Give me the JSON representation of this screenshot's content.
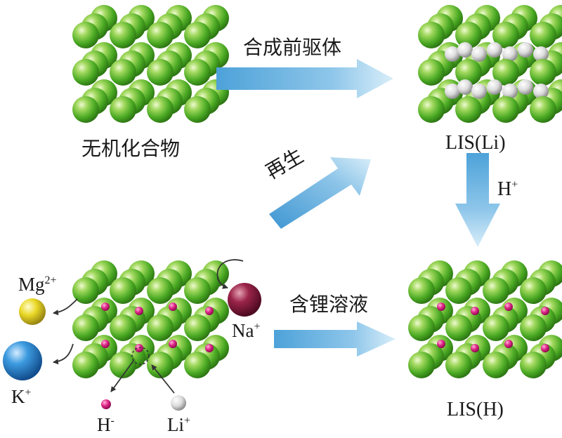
{
  "labels": {
    "inorganic": "无机化合物",
    "synth": "合成前驱体",
    "lis_li": "LIS(Li)",
    "regen": "再生",
    "h_plus": "H",
    "h_plus_sup": "+",
    "li_solution": "含锂溶液",
    "lis_h": "LIS(H)",
    "mg": "Mg",
    "mg_sup": "2+",
    "k": "K",
    "k_sup": "+",
    "na": "Na",
    "na_sup": "+",
    "h_minus": "H",
    "h_minus_sup": "-",
    "li": "Li",
    "li_sup": "+"
  },
  "colors": {
    "green_sphere": "#5cb82e",
    "arrow_blue": "#3f9bd6",
    "pink_ion": "#d81b78",
    "white_ion": "#e6e6e6",
    "mg_yellow": "#e8d21c",
    "k_blue": "#1f78c6",
    "na_maroon": "#8e1b3e"
  }
}
